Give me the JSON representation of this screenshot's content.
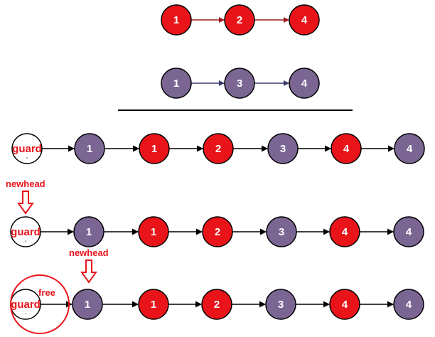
{
  "colors": {
    "red_node": "#e8141a",
    "purple_node": "#7a6593",
    "outline": "#000000",
    "label_red": "#e8141a",
    "arrow_red": "#a01c1c",
    "arrow_purple": "#3a3a6a"
  },
  "list_a": {
    "values": [
      "1",
      "2",
      "4"
    ],
    "color": "red"
  },
  "list_b": {
    "values": [
      "1",
      "3",
      "4"
    ],
    "color": "purple"
  },
  "merged": {
    "guard_label": "guard",
    "values": [
      "1",
      "1",
      "2",
      "3",
      "4",
      "4"
    ],
    "colors": [
      "purple",
      "red",
      "red",
      "purple",
      "red",
      "purple"
    ]
  },
  "labels": {
    "newhead": "newhead",
    "free": "free"
  }
}
